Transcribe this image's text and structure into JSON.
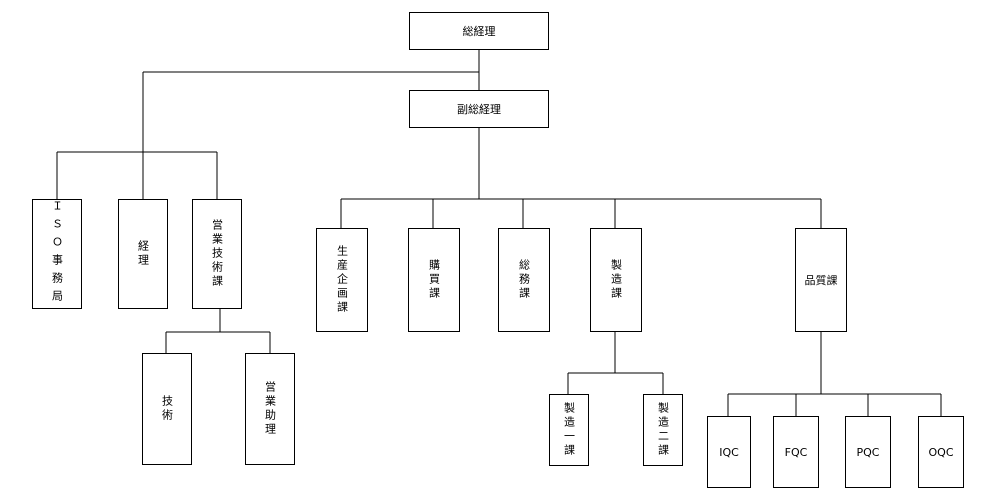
{
  "org_chart": {
    "top": "総経理",
    "deputy": "副総経理",
    "left_units": {
      "iso_office": "ＩＳＯ事務局",
      "manager": "経理",
      "sales_tech": "営業技術課",
      "sales_tech_children": {
        "tech": "技術",
        "sales_assist": "営業助理"
      }
    },
    "departments": {
      "production_planning": "生産企画課",
      "purchasing": "購買課",
      "general_affairs": "総務課",
      "manufacturing": "製造課",
      "quality": "品質課"
    },
    "manufacturing_children": {
      "mfg1": "製造一課",
      "mfg2": "製造二課"
    },
    "quality_children": {
      "iqc": "IQC",
      "fqc": "FQC",
      "pqc": "PQC",
      "oqc": "OQC"
    }
  }
}
